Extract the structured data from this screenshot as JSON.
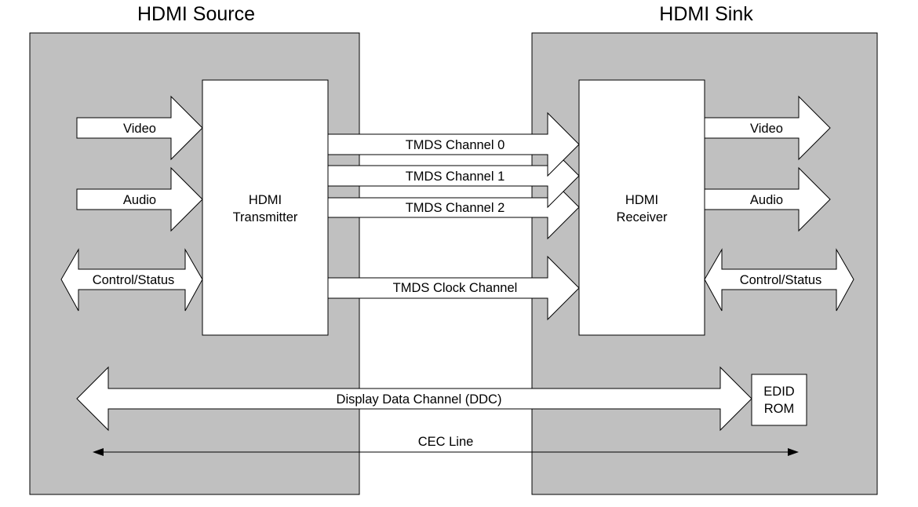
{
  "colors": {
    "panel_fill": "#c0c0c0",
    "box_fill": "#ffffff",
    "stroke": "#000000"
  },
  "source": {
    "title": "HDMI Source",
    "transmitter": [
      "HDMI",
      "Transmitter"
    ],
    "inputs": {
      "video": "Video",
      "audio": "Audio",
      "control": "Control/Status"
    }
  },
  "sink": {
    "title": "HDMI Sink",
    "receiver": [
      "HDMI",
      "Receiver"
    ],
    "outputs": {
      "video": "Video",
      "audio": "Audio",
      "control": "Control/Status"
    },
    "edid": [
      "EDID",
      "ROM"
    ]
  },
  "channels": {
    "tmds0": "TMDS Channel 0",
    "tmds1": "TMDS Channel 1",
    "tmds2": "TMDS Channel 2",
    "clock": "TMDS Clock Channel",
    "ddc": "Display Data Channel (DDC)",
    "cec": "CEC Line"
  }
}
